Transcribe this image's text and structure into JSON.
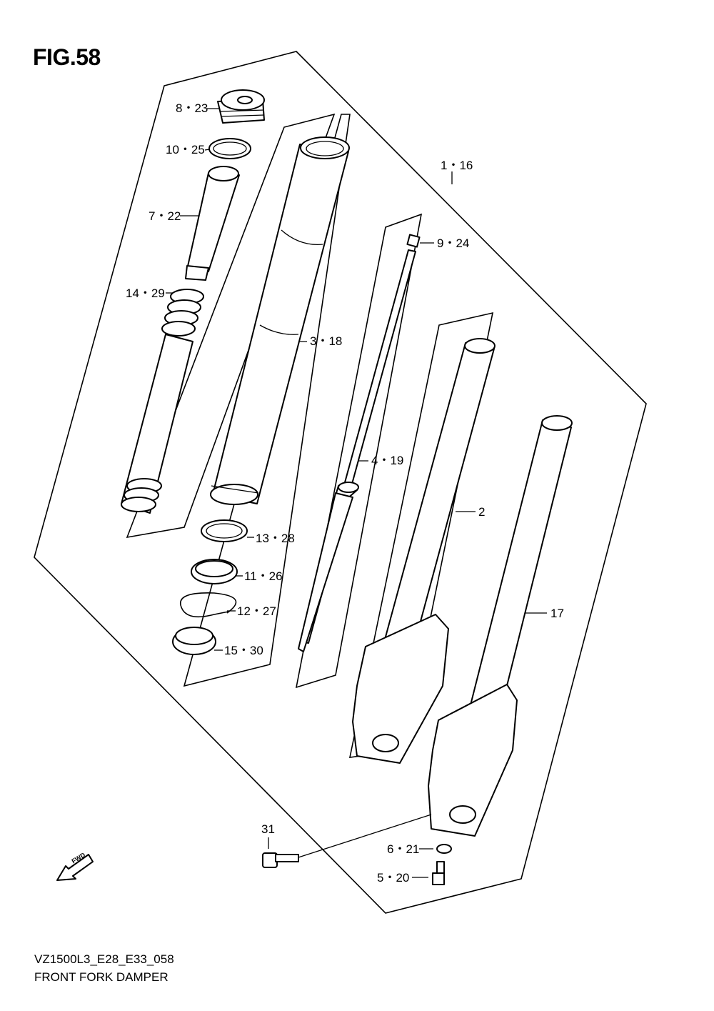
{
  "figure": {
    "title": "FIG.58"
  },
  "callouts": [
    {
      "id": "c-8-23",
      "text": "8・23"
    },
    {
      "id": "c-10-25",
      "text": "10・25"
    },
    {
      "id": "c-7-22",
      "text": "7・22"
    },
    {
      "id": "c-14-29",
      "text": "14・29"
    },
    {
      "id": "c-3-18",
      "text": "3・18"
    },
    {
      "id": "c-1-16",
      "text": "1・16"
    },
    {
      "id": "c-9-24",
      "text": "9・24"
    },
    {
      "id": "c-4-19",
      "text": "4・19"
    },
    {
      "id": "c-2",
      "text": "2"
    },
    {
      "id": "c-13-28",
      "text": "13・28"
    },
    {
      "id": "c-11-26",
      "text": "11・26"
    },
    {
      "id": "c-12-27",
      "text": "12・27"
    },
    {
      "id": "c-15-30",
      "text": "15・30"
    },
    {
      "id": "c-17",
      "text": "17"
    },
    {
      "id": "c-31",
      "text": "31"
    },
    {
      "id": "c-6-21",
      "text": "6・21"
    },
    {
      "id": "c-5-20",
      "text": "5・20"
    }
  ],
  "fwd_arrow": {
    "label": "FWD",
    "icon": "fwd-arrow-icon"
  },
  "footer": {
    "code": "VZ1500L3_E28_E33_058",
    "caption": "FRONT FORK DAMPER"
  }
}
